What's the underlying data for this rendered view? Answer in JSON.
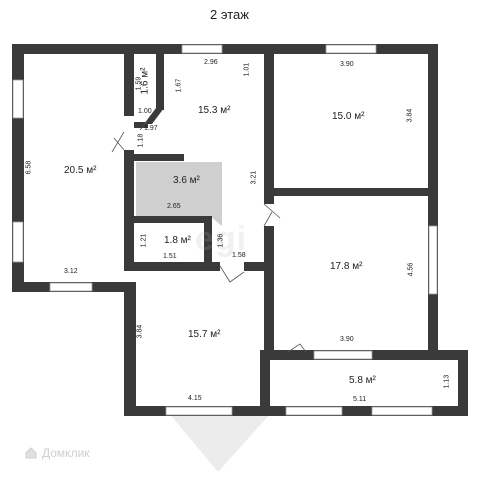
{
  "title": "2 этаж",
  "rooms": [
    {
      "id": "room-left",
      "area": "20.5 м²"
    },
    {
      "id": "room-hall-top",
      "area": "15.3 м²"
    },
    {
      "id": "room-top-right",
      "area": "15.0 м²"
    },
    {
      "id": "room-closet-small",
      "area": "1.6 м²"
    },
    {
      "id": "room-stairs",
      "area": "3.6 м²"
    },
    {
      "id": "room-bath",
      "area": "1.8 м²"
    },
    {
      "id": "room-mid-right",
      "area": "17.8 м²"
    },
    {
      "id": "room-bottom-left",
      "area": "15.7 м²"
    },
    {
      "id": "room-balcony",
      "area": "5.8 м²"
    }
  ],
  "dimensions": [
    "6.58",
    "3.12",
    "2.96",
    "1.01",
    "1.67",
    "1.59",
    "1.00",
    "1.97",
    "1.18",
    "3.90",
    "3.84",
    "3.21",
    "2.65",
    "1.21",
    "1.51",
    "1.36",
    "1.58",
    "4.56",
    "3.90",
    "3.84",
    "4.15",
    "5.11",
    "1.13"
  ],
  "watermark": "egi",
  "brand": "Домклик",
  "colors": {
    "wall": "#3a3a3a",
    "stairs": "#cfcfcf",
    "window": "#ffffff"
  }
}
